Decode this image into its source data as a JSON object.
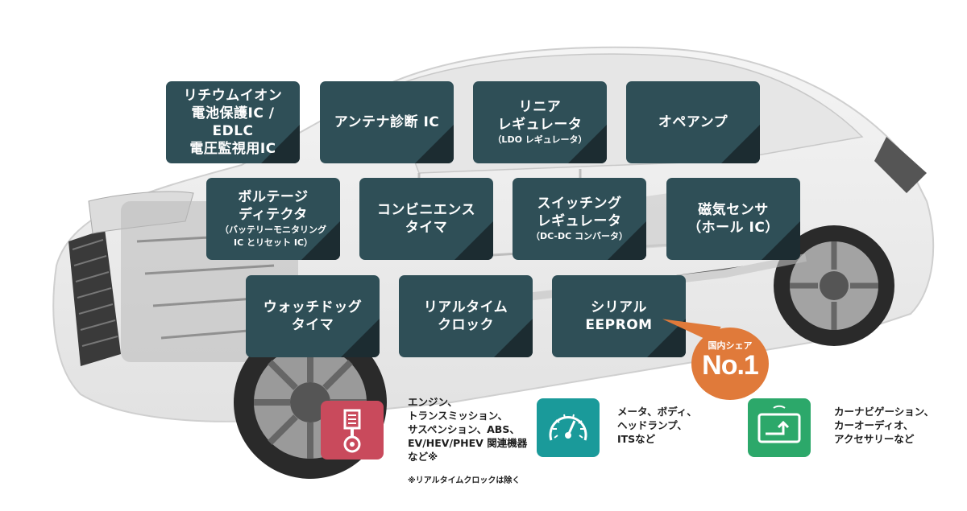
{
  "tiles": [
    {
      "lines": [
        "リチウムイオン",
        "電池保護IC / EDLC",
        "電圧監視用IC"
      ],
      "sub": ""
    },
    {
      "lines": [
        "アンテナ診断 IC"
      ],
      "sub": ""
    },
    {
      "lines": [
        "リニア",
        "レギュレータ"
      ],
      "sub": "（LDO レギュレータ）"
    },
    {
      "lines": [
        "オペアンプ"
      ],
      "sub": ""
    },
    {
      "lines": [
        "ボルテージ",
        "ディテクタ"
      ],
      "sub": "（バッテリーモニタリング",
      "sub2": "IC とリセット IC）"
    },
    {
      "lines": [
        "コンビニエンス",
        "タイマ"
      ],
      "sub": ""
    },
    {
      "lines": [
        "スイッチング",
        "レギュレータ"
      ],
      "sub": "（DC-DC コンバータ）"
    },
    {
      "lines": [
        "磁気センサ",
        "（ホール IC）"
      ],
      "sub": ""
    },
    {
      "lines": [
        "ウォッチドッグ",
        "タイマ"
      ],
      "sub": ""
    },
    {
      "lines": [
        "リアルタイム",
        "クロック"
      ],
      "sub": ""
    },
    {
      "lines": [
        "シリアル",
        "EEPROM"
      ],
      "sub": ""
    }
  ],
  "badge": {
    "top": "国内シェア",
    "big": "No.1"
  },
  "legend": [
    {
      "color": "#c94a5c",
      "icon": "engine-piston-icon",
      "lines": [
        "エンジン、",
        "トランスミッション、",
        "サスペンション、ABS、",
        "EV/HEV/PHEV 関連機器",
        "など※"
      ]
    },
    {
      "color": "#1a9a9a",
      "icon": "speedometer-icon",
      "lines": [
        "メータ、ボディ、",
        "ヘッドランプ、",
        "ITSなど"
      ]
    },
    {
      "color": "#2ca86a",
      "icon": "car-navigation-icon",
      "lines": [
        "カーナビゲーション、",
        "カーオーディオ、",
        "アクセサリーなど"
      ]
    }
  ],
  "note": "※リアルタイムクロックは除く"
}
